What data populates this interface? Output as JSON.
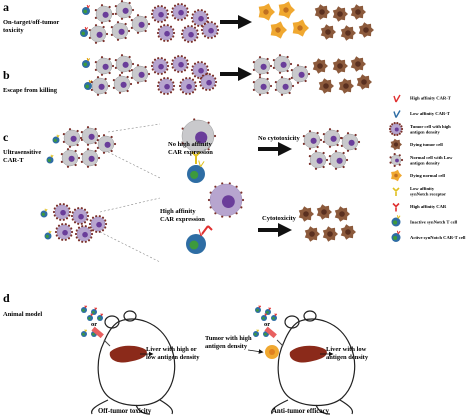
{
  "panels": {
    "a": {
      "letter": "a",
      "title": [
        "On-target/off-tumor",
        "toxicity"
      ]
    },
    "b": {
      "letter": "b",
      "title": [
        "Escape from killing"
      ]
    },
    "c": {
      "letter": "c",
      "title": [
        "Ultrasensitive",
        "CAR-T"
      ],
      "top_label": [
        "No high affinity",
        "CAR expression"
      ],
      "top_result": "No cytotoxicity",
      "bottom_label": [
        "High affinity",
        "CAR expression"
      ],
      "bottom_result": "Cytotoxicity"
    },
    "d": {
      "letter": "d",
      "title": "Animal model",
      "or_label": "or",
      "liver_left": [
        "Liver with high or",
        "low antigen density"
      ],
      "tumor_label": [
        "Tumor with high",
        "antigen density"
      ],
      "liver_right": [
        "Liver with low",
        "antigen density"
      ],
      "caption_left": "Off-tumor toxicity",
      "caption_right": "Anti-tumor efficacy"
    }
  },
  "legend": [
    {
      "icon": "high-affinity-car-t-icon",
      "label": [
        "High affinity CAR-T"
      ]
    },
    {
      "icon": "low-affinity-car-t-icon",
      "label": [
        "Low affinity CAR-T"
      ]
    },
    {
      "icon": "tumor-cell-high-antigen-icon",
      "label": [
        "Tumor cell with high",
        "antigen density"
      ]
    },
    {
      "icon": "dying-tumor-cell-icon",
      "label": [
        "Dying tumor cell"
      ]
    },
    {
      "icon": "normal-cell-low-antigen-icon",
      "label": [
        "Normal cell with Low",
        "antigen density"
      ]
    },
    {
      "icon": "dying-normal-cell-icon",
      "label": [
        "Dying normal cell"
      ]
    },
    {
      "icon": "synnotch-receptor-icon",
      "label": [
        "Low affinity",
        "synNotch receptor"
      ]
    },
    {
      "icon": "high-affinity-car-icon",
      "label": [
        "High affinity CAR"
      ]
    },
    {
      "icon": "inactive-synnotch-t-cell-icon",
      "label": [
        "Inactive synNotch T cell"
      ]
    },
    {
      "icon": "active-synnotch-car-t-cell-icon",
      "label": [
        "Active synNotch CAR-T cell"
      ]
    }
  ],
  "colors": {
    "tumor_body": "#b7a5cf",
    "tumor_nucleus": "#6a3d9a",
    "normal_body": "#c9c9cc",
    "normal_spike": "#7a2f2a",
    "dying_tumor": "#8c5a3c",
    "dying_normal": "#f0a830",
    "tcell_blue": "#2e6da4",
    "car_red": "#e03030",
    "synnotch_yellow": "#e0c020",
    "liver": "#8b2a1a",
    "syringe": "#e86060"
  }
}
